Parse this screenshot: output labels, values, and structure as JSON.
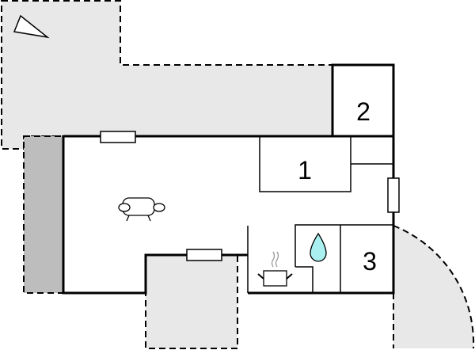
{
  "floor_plan": {
    "rooms": [
      {
        "label": "1",
        "type": "bedroom"
      },
      {
        "label": "2",
        "type": "bedroom"
      },
      {
        "label": "3",
        "type": "bedroom"
      }
    ],
    "icons": [
      "compass-icon",
      "sofa-icon",
      "cooking-pot-icon",
      "water-drop-icon"
    ],
    "colors": {
      "terrace": "#e8e8e8",
      "covered_area": "#bdbdbd",
      "wall": "#000000",
      "water": "#aaf0f0"
    }
  }
}
